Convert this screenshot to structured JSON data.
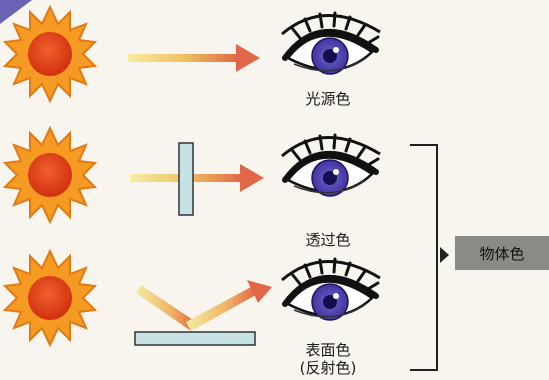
{
  "labels": {
    "light_source_color": "光源色",
    "transmitted_color": "透过色",
    "surface_color": "表面色",
    "reflected_color": "(反射色)",
    "object_color": "物体色"
  },
  "colors": {
    "background": "#f7f5ee",
    "corner": "#6a62b4",
    "sun_outer": "#f59a22",
    "sun_core": "#dd3a18",
    "arrow_start": "#f4e58a",
    "arrow_end": "#e0664a",
    "panel_fill": "#c7e2e4",
    "iris": "#4d42b0",
    "object_box": "#8a8a87"
  },
  "icons": [
    "sun-icon",
    "eye-icon",
    "arrow-icon",
    "filter-plate",
    "reflecting-surface",
    "bracket",
    "pointer-triangle"
  ]
}
